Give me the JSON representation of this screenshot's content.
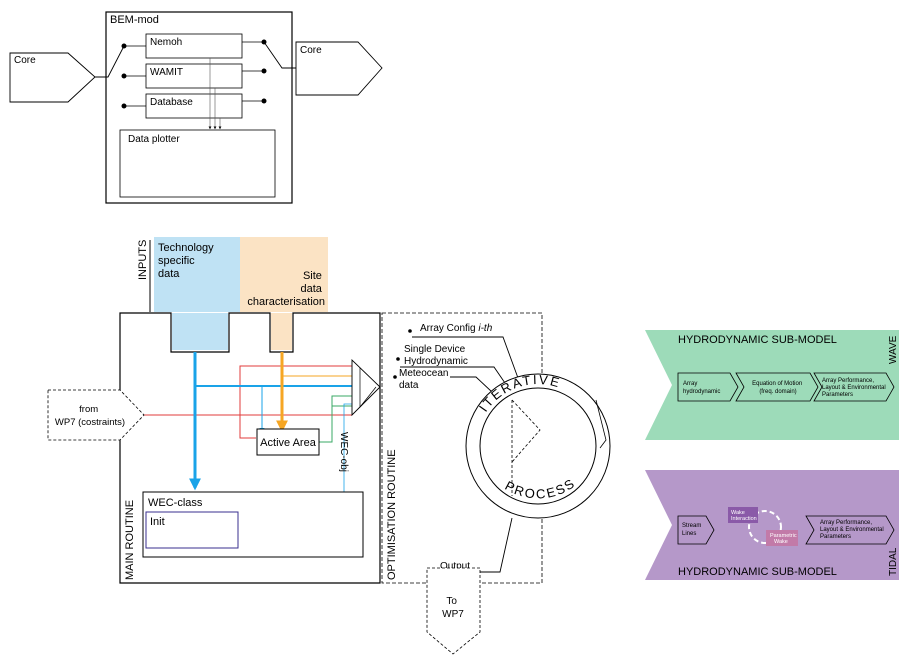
{
  "bem": {
    "title": "BEM-mod",
    "modules": [
      "Nemoh",
      "WAMIT",
      "Database"
    ],
    "plotter": "Data plotter",
    "core_in": "Core",
    "core_out": "Core"
  },
  "inputs": {
    "label": "INPUTS",
    "technology": [
      "Technology",
      "specific",
      "data"
    ],
    "site": [
      "Site",
      "data",
      "characterisation"
    ]
  },
  "main": {
    "label": "MAIN ROUTINE",
    "wec_class": "WEC-class",
    "init": "Init",
    "active_area": "Active Area",
    "wec_obj": "WEC-obj",
    "from_wp7": [
      "from",
      "WP7 (costraints)"
    ]
  },
  "optimisation": {
    "label": "OPTIMISATION ROUTINE",
    "array_config": "Array Config ",
    "array_config_italic": "i-th",
    "single_device": [
      "Single Device",
      "Hydrodynamic"
    ],
    "meteocean": [
      "Meteocean",
      "data"
    ],
    "output": "Output",
    "to_wp7": [
      "To",
      "WP7"
    ],
    "iterative": "ITERATIVE",
    "process": "PROCESS"
  },
  "wave": {
    "header": "HYDRODYNAMIC SUB-MODEL",
    "tag": "WAVE",
    "steps": [
      [
        "Array",
        "hydrodynamic"
      ],
      [
        "Equation of Motion",
        "(freq. domain)"
      ],
      [
        "Array Performance,",
        "Layout & Environmental",
        "Parameters"
      ]
    ],
    "color": "#9ddbb9"
  },
  "tidal": {
    "header": "HYDRODYNAMIC SUB-MODEL",
    "tag": "TIDAL",
    "steps": [
      [
        "Stream",
        "Lines"
      ],
      [
        "Wake",
        "Interaction"
      ],
      [
        "Parametric",
        "Wake"
      ],
      [
        "Array Performance,",
        "Layout & Environmental",
        "Parameters"
      ]
    ],
    "color": "#b598c9"
  },
  "colors": {
    "technology": "#bfe2f4",
    "site": "#fbe3c4",
    "blue_arrow": "#1aa3e8",
    "orange_arrow": "#f6a623",
    "red_line": "#e23b3b",
    "green_line": "#3aa865"
  }
}
